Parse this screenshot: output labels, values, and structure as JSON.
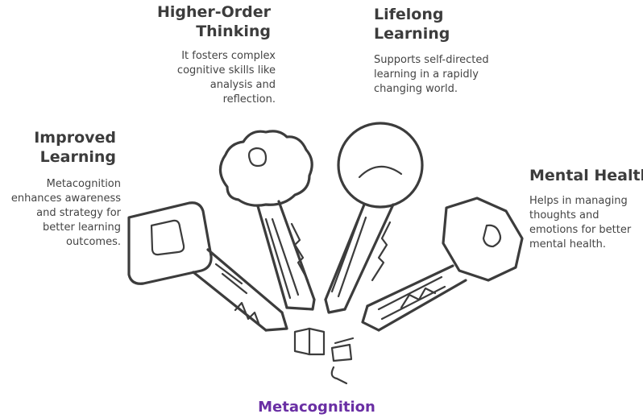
{
  "colors": {
    "ink": "#3c3c3c",
    "text": "#444444",
    "accent": "#6a2fa4",
    "background": "#ffffff"
  },
  "center": {
    "label": "Metacognition",
    "icon": "open-book-icon"
  },
  "keys": [
    {
      "id": "higher-order-thinking",
      "icon": "key-icon",
      "title_line1": "Higher-Order",
      "title_line2": "Thinking",
      "description": "It fosters complex\ncognitive skills like\nanalysis and\nreflection."
    },
    {
      "id": "lifelong-learning",
      "icon": "key-icon",
      "title_line1": "Lifelong",
      "title_line2": "Learning",
      "description": "Supports self-directed\nlearning in a rapidly\nchanging world."
    },
    {
      "id": "improved-learning",
      "icon": "key-icon",
      "title_line1": "Improved",
      "title_line2": "Learning",
      "description": "Metacognition\nenhances awareness\nand strategy for\nbetter learning\noutcomes."
    },
    {
      "id": "mental-health",
      "icon": "key-icon",
      "title_line1": "Mental Health",
      "description": "Helps in managing\nthoughts and\nemotions for better\nmental health."
    }
  ]
}
